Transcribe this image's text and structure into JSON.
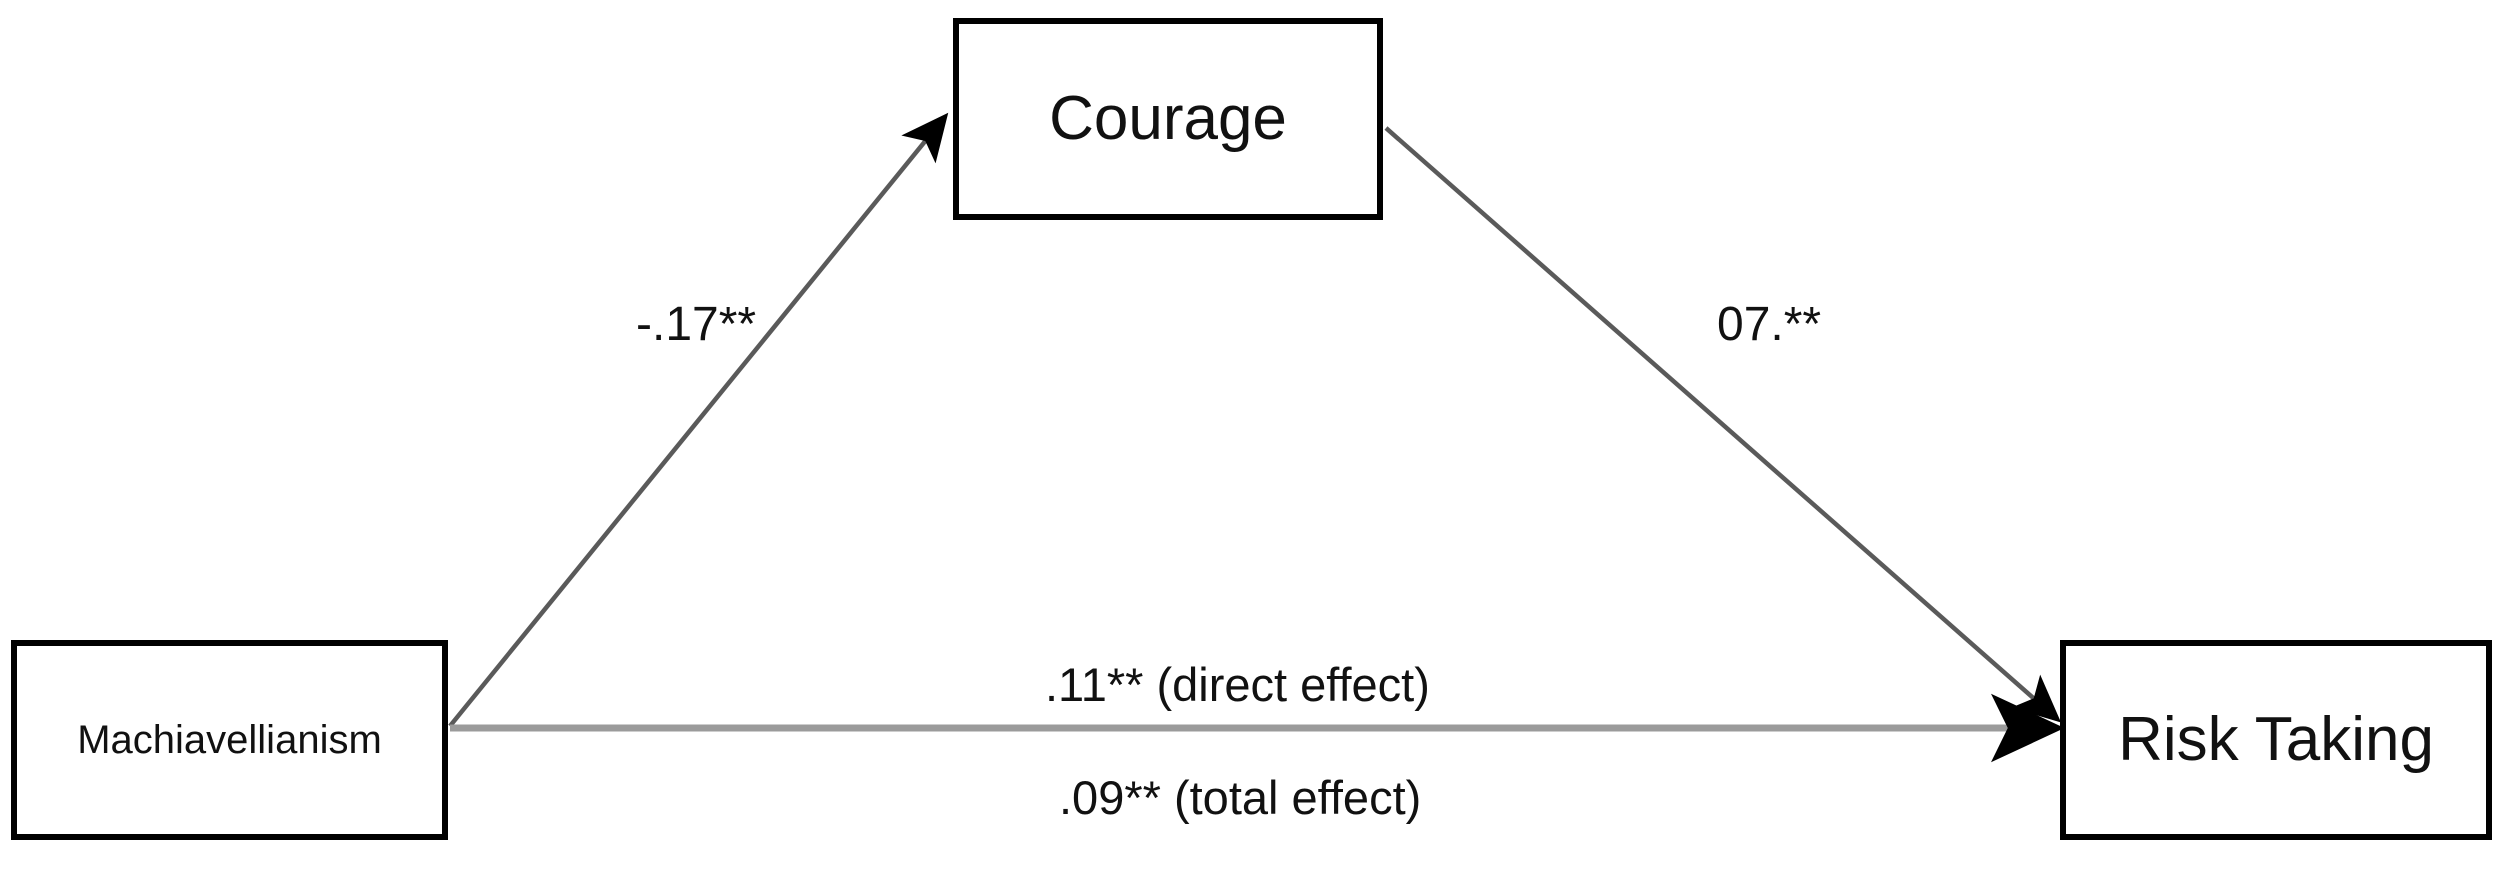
{
  "diagram": {
    "type": "mediation-path-diagram",
    "background_color": "#ffffff",
    "nodes": [
      {
        "id": "machiavellianism",
        "label": "Machiavellianism",
        "role": "predictor"
      },
      {
        "id": "courage",
        "label": "Courage",
        "role": "mediator"
      },
      {
        "id": "risk_taking",
        "label": "Risk Taking",
        "role": "outcome"
      }
    ],
    "paths": [
      {
        "id": "a_path",
        "from": "machiavellianism",
        "to": "courage",
        "label": "-.17**",
        "coefficient": -0.17,
        "significance": "**"
      },
      {
        "id": "b_path",
        "from": "courage",
        "to": "risk_taking",
        "label": "07.**",
        "coefficient": 0.07,
        "significance": "**"
      },
      {
        "id": "c_prime_path",
        "from": "machiavellianism",
        "to": "risk_taking",
        "label": ".11** (direct effect)",
        "coefficient": 0.11,
        "significance": "**",
        "effect_type": "direct effect"
      },
      {
        "id": "c_path",
        "from": "machiavellianism",
        "to": "risk_taking",
        "label": ".09** (total effect)",
        "coefficient": 0.09,
        "significance": "**",
        "effect_type": "total effect"
      }
    ],
    "colors": {
      "box_border": "#000000",
      "box_fill": "#ffffff",
      "text": "#111111",
      "diagonal_line": "#5a5a5a",
      "horizontal_line": "#9b9b9b",
      "arrowhead": "#000000"
    }
  }
}
